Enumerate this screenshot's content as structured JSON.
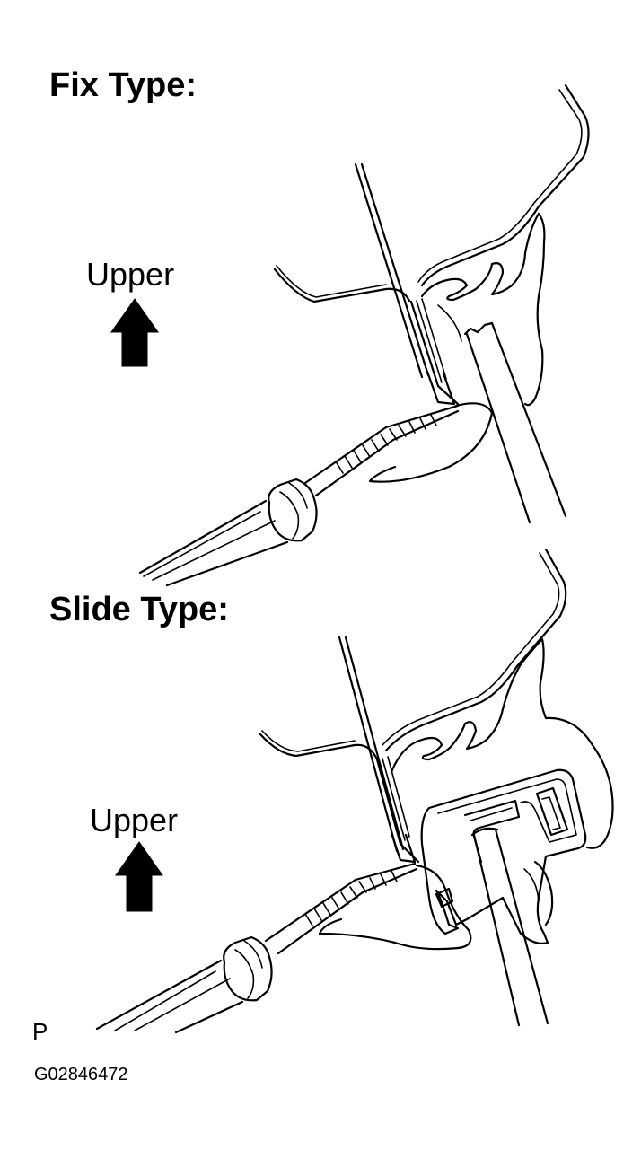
{
  "panels": [
    {
      "id": "fix",
      "heading": "Fix Type:",
      "direction_label": "Upper"
    },
    {
      "id": "slide",
      "heading": "Slide Type:",
      "direction_label": "Upper"
    }
  ],
  "footer": {
    "page_marker": "P",
    "figure_code": "G02846472"
  },
  "icons": {
    "up_arrow": "up-arrow-icon"
  }
}
